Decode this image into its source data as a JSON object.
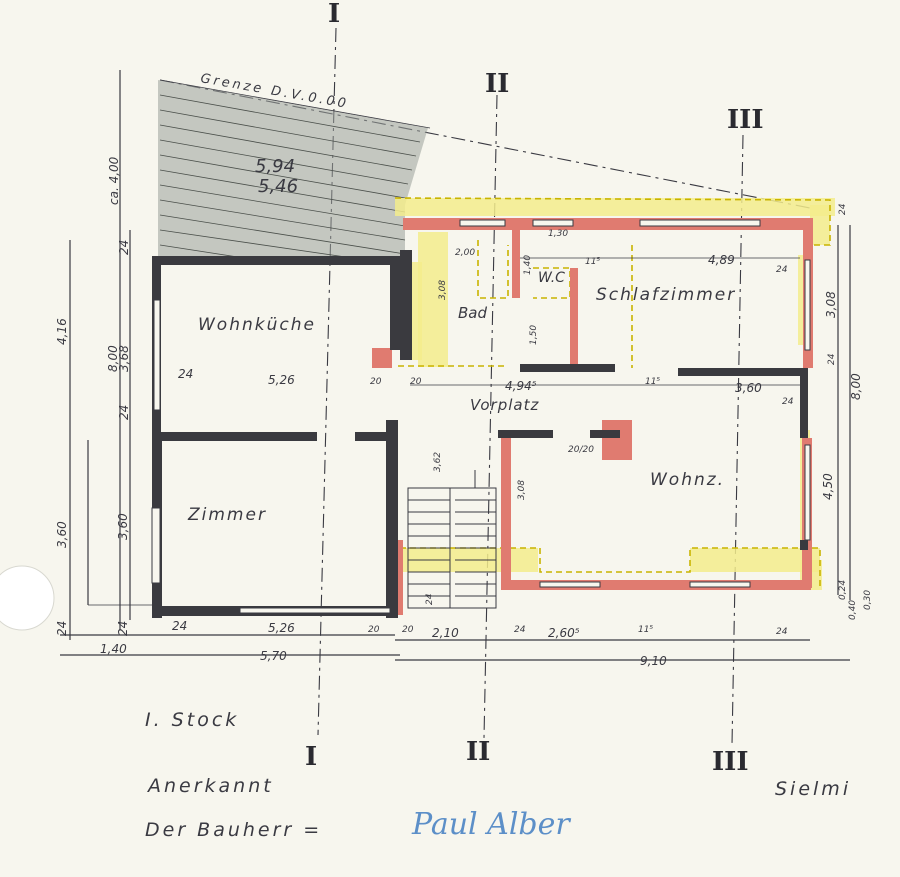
{
  "rooms": {
    "wohnkueche": "Wohnküche",
    "zimmer": "Zimmer",
    "bad": "Bad",
    "wc": "W.C",
    "schlafzimmer": "Schlafzimmer",
    "vorplatz": "Vorplatz",
    "wohnz": "Wohnz."
  },
  "labels": {
    "grenze": "Grenze D.V.0.00",
    "terrace_a": "5,94",
    "terrace_b": "5,46",
    "floor": "I. Stock",
    "anerkannt": "Anerkannt",
    "bauherr": "Der Bauherr =",
    "signature": "Paul Alber",
    "sielmi": "Sielmi"
  },
  "sections": {
    "s1": "I",
    "s2": "II",
    "s3": "III"
  },
  "dimensions": {
    "ca400": "ca. 4,00",
    "d416": "4,16",
    "d800l": "8,00",
    "d368": "3,68",
    "d360a": "3,60",
    "d360b": "3,60",
    "d24a": "24",
    "d24b": "24",
    "d24c": "24",
    "d24d": "24",
    "d24e": "24",
    "d24f": "24",
    "d24g": "24",
    "d24h": "24",
    "d24i": "24",
    "d24j": "24",
    "d24k": "24",
    "d24l": "24",
    "d526a": "5,26",
    "d526b": "5,26",
    "d570": "5,70",
    "d140": "1,40",
    "d20a": "20",
    "d20b": "20",
    "d20c": "20",
    "d20d": "20",
    "d210": "2,10",
    "d260": "2,60⁵",
    "d115a": "11⁵",
    "d115b": "11⁵",
    "d115c": "11⁵",
    "d910": "9,10",
    "d489": "4,89",
    "d308a": "3,08",
    "d308b": "3,08",
    "d308c": "3,08",
    "d800r": "8,00",
    "d450": "4,50",
    "d030": "0,30",
    "d494": "4,94⁵",
    "d360c": "3,60",
    "d130": "1,30",
    "d140b": "1,40",
    "d150": "1,50",
    "d200": "2,00",
    "d362": "3,62",
    "d2020": "20/20",
    "d024": "0,24",
    "d040": "0,40",
    "d24r": "24"
  }
}
